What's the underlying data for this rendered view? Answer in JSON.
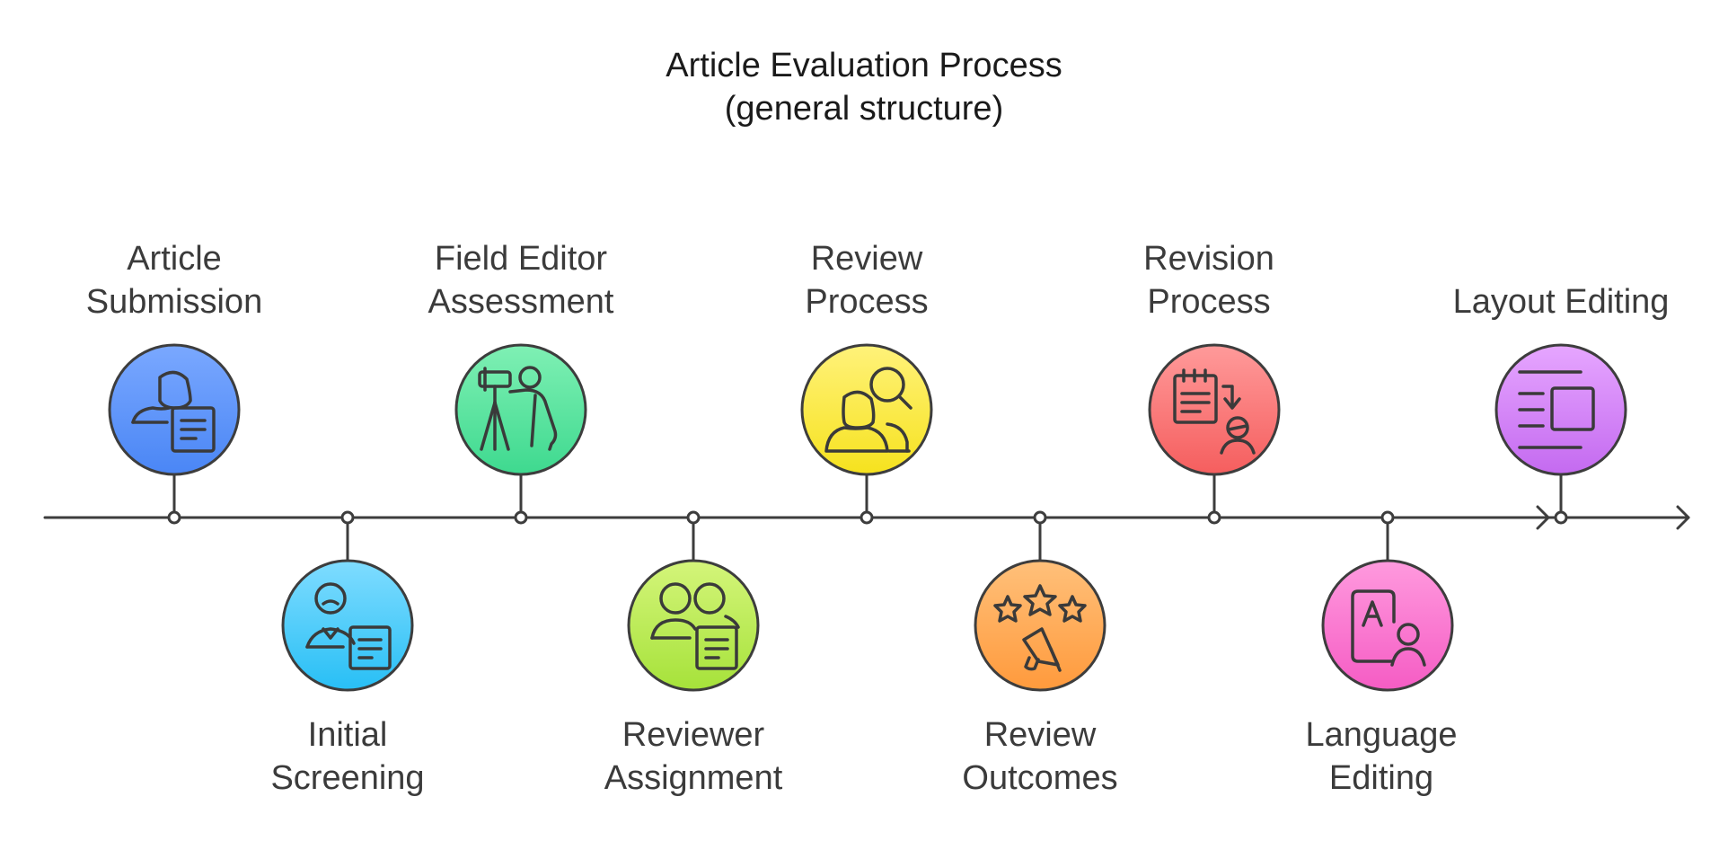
{
  "title": {
    "line1": "Article Evaluation Process",
    "line2": "(general structure)"
  },
  "steps": [
    {
      "line1": "Article",
      "line2": "Submission",
      "icon": "person-document-icon",
      "color_top": "#7aa8ff",
      "color_bottom": "#4a86f5"
    },
    {
      "line1": "Initial",
      "line2": "Screening",
      "icon": "user-document-icon",
      "color_top": "#7fdcff",
      "color_bottom": "#28bff5"
    },
    {
      "line1": "Field Editor",
      "line2": "Assessment",
      "icon": "person-telescope-icon",
      "color_top": "#7ff0b4",
      "color_bottom": "#3ed98f"
    },
    {
      "line1": "Reviewer",
      "line2": "Assignment",
      "icon": "two-people-document-icon",
      "color_top": "#d4f57a",
      "color_bottom": "#a6e23a"
    },
    {
      "line1": "Review",
      "line2": "Process",
      "icon": "people-magnifier-icon",
      "color_top": "#fff27a",
      "color_bottom": "#f6e21e"
    },
    {
      "line1": "Review",
      "line2": "Outcomes",
      "icon": "stars-megaphone-icon",
      "color_top": "#ffc07a",
      "color_bottom": "#ff9a3c"
    },
    {
      "line1": "Revision",
      "line2": "Process",
      "icon": "notepad-arrow-person-icon",
      "color_top": "#ff9a9a",
      "color_bottom": "#f55e5e"
    },
    {
      "line1": "Language",
      "line2": "Editing",
      "icon": "letter-a-person-icon",
      "color_top": "#ff9ade",
      "color_bottom": "#f55cc4"
    },
    {
      "line1": "",
      "line2": "Layout Editing",
      "icon": "layout-lines-icon",
      "color_top": "#e6a6ff",
      "color_bottom": "#c46af0"
    }
  ]
}
